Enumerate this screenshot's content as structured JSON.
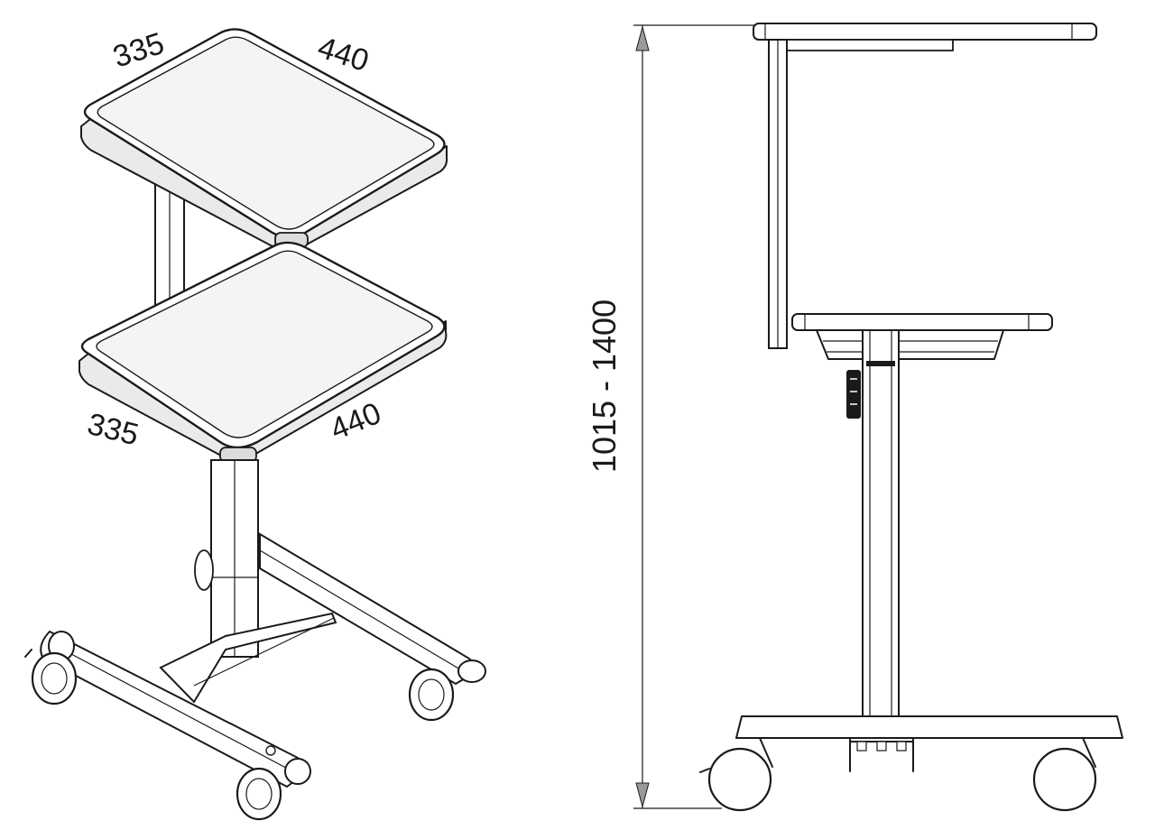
{
  "isometric_view": {
    "top_shelf": {
      "depth": "335",
      "width": "440"
    },
    "lower_shelf": {
      "depth": "335",
      "width": "440"
    }
  },
  "side_view": {
    "height_range": "1015 - 1400"
  }
}
